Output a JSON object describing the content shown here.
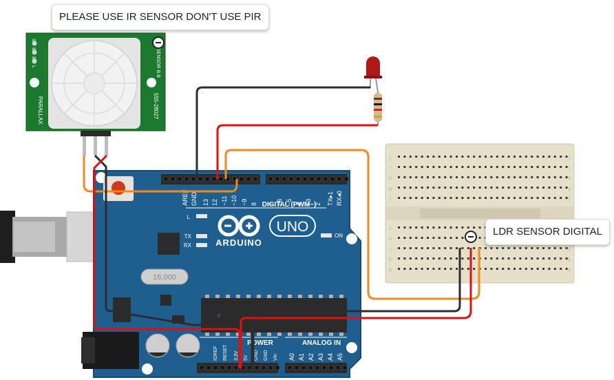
{
  "annotations": {
    "pir_note": "PLEASE USE IR SENSOR DON'T USE PIR",
    "ldr_note": "LDR SENSOR DIGITAL"
  },
  "pir_sensor": {
    "pins_left": [
      "S",
      "B",
      "B",
      "L"
    ],
    "side_text_right": "SENSOR B B",
    "model_text": "555-28027",
    "brand_text": "PARALLAX"
  },
  "arduino": {
    "brand": "ARDUINO",
    "model": "UNO",
    "digital_header": "DIGITAL (PWM~)",
    "digital_pins": [
      "AREF",
      "GND",
      "13",
      "12",
      "~11",
      "~10",
      "~9",
      "8",
      "7",
      "~6",
      "~5",
      "4",
      "~3",
      "2",
      "TX▸1",
      "RX◂0"
    ],
    "led_labels": [
      "L",
      "TX",
      "RX",
      "ON"
    ],
    "power_header": "POWER",
    "power_pins": [
      "IOREF",
      "RESET",
      "3.3V",
      "5V",
      "GND",
      "GND",
      "Vin"
    ],
    "analog_header": "ANALOG IN",
    "analog_pins": [
      "A0",
      "A1",
      "A2",
      "A3",
      "A4",
      "A5"
    ],
    "crystal_text": "16.000"
  },
  "breadboard": {
    "row_letters_top": [
      "j",
      "i",
      "h",
      "g",
      "f"
    ],
    "row_letters_bottom": [
      "e",
      "d",
      "c",
      "b",
      "a"
    ]
  },
  "colors": {
    "wire_black": "#2d2d2d",
    "wire_red": "#e01010",
    "wire_orange": "#f08a1e",
    "board_blue": "#1f5f8f",
    "pir_green": "#1b7a2e"
  }
}
